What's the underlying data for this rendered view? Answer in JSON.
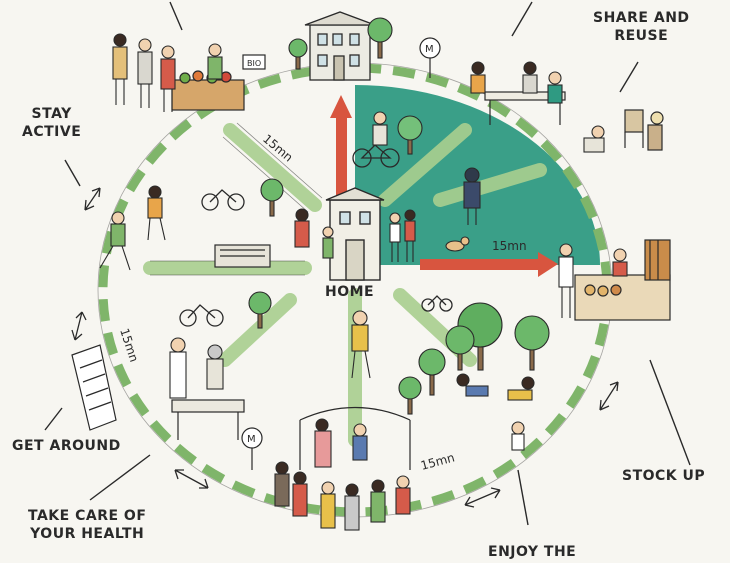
{
  "center": {
    "label": "HOME"
  },
  "distance_label": "15mn",
  "categories": [
    {
      "id": "share",
      "lines": [
        "SHARE AND",
        "REUSE"
      ]
    },
    {
      "id": "active",
      "lines": [
        "STAY",
        "ACTIVE"
      ]
    },
    {
      "id": "around",
      "lines": [
        "GET AROUND"
      ]
    },
    {
      "id": "health",
      "lines": [
        "TAKE CARE OF",
        "YOUR HEALTH"
      ]
    },
    {
      "id": "stock",
      "lines": [
        "STOCK UP"
      ]
    },
    {
      "id": "enjoy",
      "lines": [
        "ENJOY THE"
      ]
    }
  ],
  "signs": {
    "bio": "BIO",
    "metro": "M"
  },
  "colors": {
    "teal": "#2f9a82",
    "green_ring": "#7fb56a",
    "arrow_red": "#d8553f",
    "ink": "#2a2a2a",
    "paper": "#f7f6f1"
  }
}
